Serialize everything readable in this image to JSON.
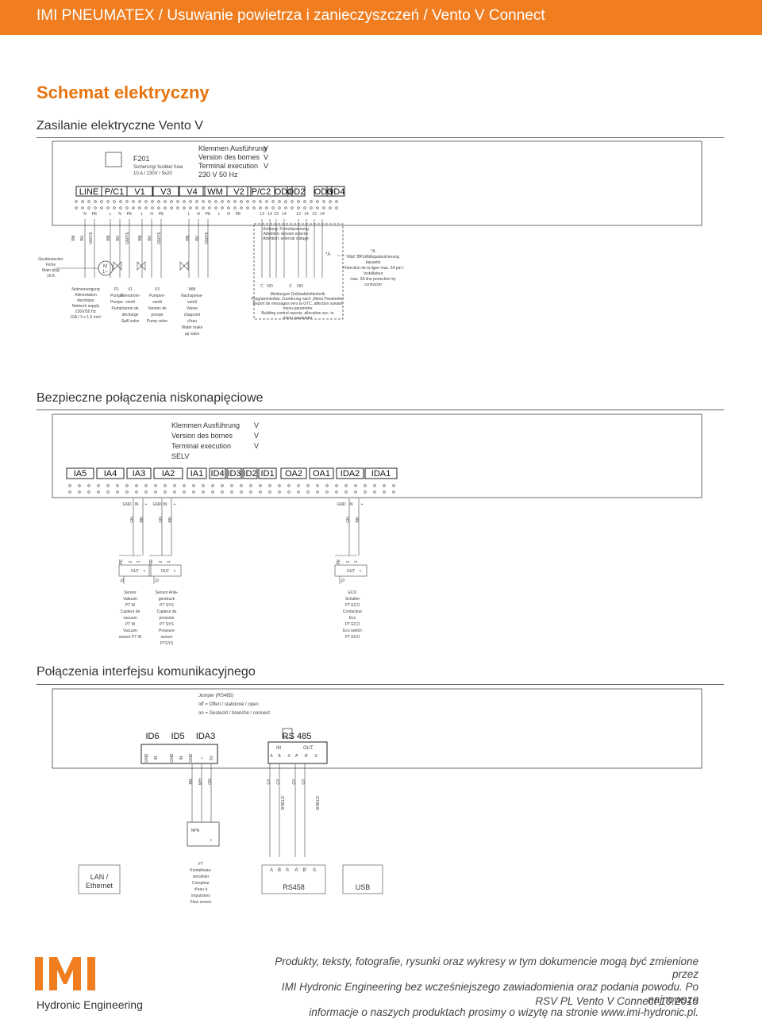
{
  "header": {
    "title": "IMI PNEUMATEX / Usuwanie powietrza i zanieczyszczeń / Vento V Connect"
  },
  "page_title": "Schemat elektryczny",
  "sections": {
    "power": "Zasilanie elektryczne Vento V",
    "low_voltage": "Bezpieczne połączenia niskonapięciowe",
    "interface": "Połączenia interfejsu komunikacyjnego"
  },
  "d1": {
    "fuse_title": "F201",
    "fuse_line1": "Sicherung/ fusible/ fuse",
    "fuse_line2": "10 A / 230V / 5x20",
    "klemmen1": "Klemmen Ausführung",
    "klemmen2": "Version des bornes",
    "klemmen3": "Terminal execution",
    "klemmen4": "230 V 50 Hz",
    "v1": "V",
    "v2": "V",
    "v3": "V",
    "terminals": [
      "LINE",
      "P/C1",
      "V1",
      "V3",
      "V4",
      "WM",
      "V2",
      "P/C2",
      "OD1",
      "OD2",
      "OD3",
      "OD4"
    ],
    "pins": [
      "N",
      "PE",
      "L",
      "N",
      "PE",
      "L",
      "N",
      "PE",
      "L",
      "N",
      "PE",
      "L",
      "N",
      "PE",
      "13",
      "14",
      "13",
      "14",
      "13",
      "14",
      "13",
      "14"
    ],
    "wires": [
      "BN",
      "BU",
      "GN/YE",
      "BN",
      "BU",
      "GN/YE",
      "BN",
      "BU",
      "GN/YE",
      "BN",
      "BU",
      "GN/YE"
    ],
    "plug": [
      "Gerätestecker",
      "Fiche",
      "Main plug",
      "16 A"
    ],
    "supply": [
      "Netzversorgung",
      "Alimentation",
      "électrique",
      "Network supply",
      "230V/50 Hz",
      "10A / 3 x 1,5 mm²"
    ],
    "motor": [
      "M",
      "1~"
    ],
    "p1": [
      "P1",
      "Pumpe",
      "Pompe",
      "Pump"
    ],
    "v1lbl": [
      "V1",
      "Überström-",
      "ventil",
      "Vanne de",
      "décharge",
      "Spill valve"
    ],
    "v3lbl": [
      "V3",
      "Pumpen-",
      "ventil",
      "Vannes de",
      "pompe",
      "Pump valve"
    ],
    "wm": [
      "WM",
      "Nachspeise-",
      "ventil",
      "Vanne",
      "d'appoint",
      "d'eau",
      "Water make",
      "up valve"
    ],
    "ext": [
      "Achtung: Fremdspannung",
      "Attention: tension externe",
      "Attention: external voltage"
    ],
    "cno": [
      "C",
      "NO",
      "C",
      "NO"
    ],
    "meld": [
      "Meldungen Gebäudeleittechnik",
      "Programmierbar, Zuordnung nach „Menü Parameter“",
      "Report de messages vers la GTC, affection suivant",
      "menu-paramètre",
      "Building control reports, allocation acc. to",
      "menu-parameter"
    ],
    "star": "*A",
    "starlbl": [
      "*A",
      "max. 2A Leitungsabsicherung",
      "bauseits",
      "Protection de la ligne max. 2A par l",
      "'installateur",
      "max. 2A line protection by",
      "contractor"
    ]
  },
  "d2": {
    "klemmen1": "Klemmen Ausführung",
    "klemmen2": "Version des bornes",
    "klemmen3": "Terminal execution",
    "klemmen4": "SELV",
    "v1": "V",
    "v2": "V",
    "v3": "V",
    "terminals": [
      "IA5",
      "IA4",
      "IA3",
      "IA2",
      "IA1",
      "ID4",
      "ID3",
      "ID2",
      "ID1",
      "OA2",
      "OA1",
      "IDA2",
      "IDA1"
    ],
    "pins1": [
      "GND",
      "IN",
      "+",
      "GND",
      "IN",
      "+"
    ],
    "pins2": [
      "GND",
      "IN",
      "+"
    ],
    "wires1": [
      "GN",
      "BN",
      "GN",
      "BN"
    ],
    "wires2": [
      "GN",
      "BN"
    ],
    "pe": [
      "PE",
      "2",
      "1",
      "PE",
      "2",
      "1",
      "PE",
      "2",
      "1"
    ],
    "out": [
      "OUT",
      "+",
      "OUT",
      "+",
      "OUT",
      "+"
    ],
    "p": [
      "P",
      "P",
      "P"
    ],
    "s1": [
      "Sensor",
      "Vakuum",
      "PT W",
      "Capteur de",
      "vacuum",
      "PT W",
      "Vacuum",
      "sensor PT W"
    ],
    "s2": [
      "Sensor Anla-",
      "gendruck",
      "PT SYS",
      "Capteur de",
      "pression",
      "PT SYS",
      "Pressure",
      "sensor",
      "PTSYS"
    ],
    "s3": [
      "ECO",
      "Schalter",
      "PT ECO",
      "Contacteur",
      "Eco",
      "PT ECO",
      "Eco switch",
      "PT ECO"
    ]
  },
  "d3": {
    "jumper": [
      "Jumper (RS485)",
      "off  = Offen / stationné / open",
      "on = Gesteckt / branché / connect"
    ],
    "terminals": [
      "ID6",
      "ID5",
      "IDA3",
      "RS 485"
    ],
    "pins": [
      "GND",
      "IN",
      "GND",
      "IN",
      "GND",
      "+",
      "5V"
    ],
    "rs_in": "IN",
    "rs_out": "OUT",
    "rs_pins": [
      "A",
      "B",
      "S",
      "A'",
      "B'",
      "S"
    ],
    "wires": [
      "BN",
      "WH",
      "GN"
    ],
    "rs_wires": [
      "GY",
      "GY",
      "GY",
      "GY"
    ],
    "shield": [
      "SHIELD",
      "SHIELD"
    ],
    "npn": [
      "NPN",
      "+"
    ],
    "lan": [
      "LAN /",
      "Ethernet"
    ],
    "ft": [
      "FT",
      "Kontaktwas-",
      "serzähler",
      "Compteur",
      "d'eau à",
      "impulsions",
      "Flow sensor"
    ],
    "rs_bottom": [
      "A",
      "B",
      "S",
      "A'",
      "B'",
      "S"
    ],
    "rs458": "RS458",
    "usb": "USB"
  },
  "footer": {
    "lines": [
      "Produkty, teksty, fotografie, rysunki oraz wykresy w tym dokumencie mogą być zmienione przez",
      "IMI Hydronic Engineering bez wcześniejszego zawiadomienia oraz podania powodu. Po najnowsze",
      "informacje o naszych produktach prosimy o wizytę na stronie www.imi-hydronic.pl."
    ],
    "doc": "RSV PL Vento V Connect 10.2015",
    "logo": "IMI",
    "logo_sub": "Hydronic Engineering"
  },
  "colors": {
    "brand": "#f07d1f",
    "heading": "#e8730c"
  }
}
